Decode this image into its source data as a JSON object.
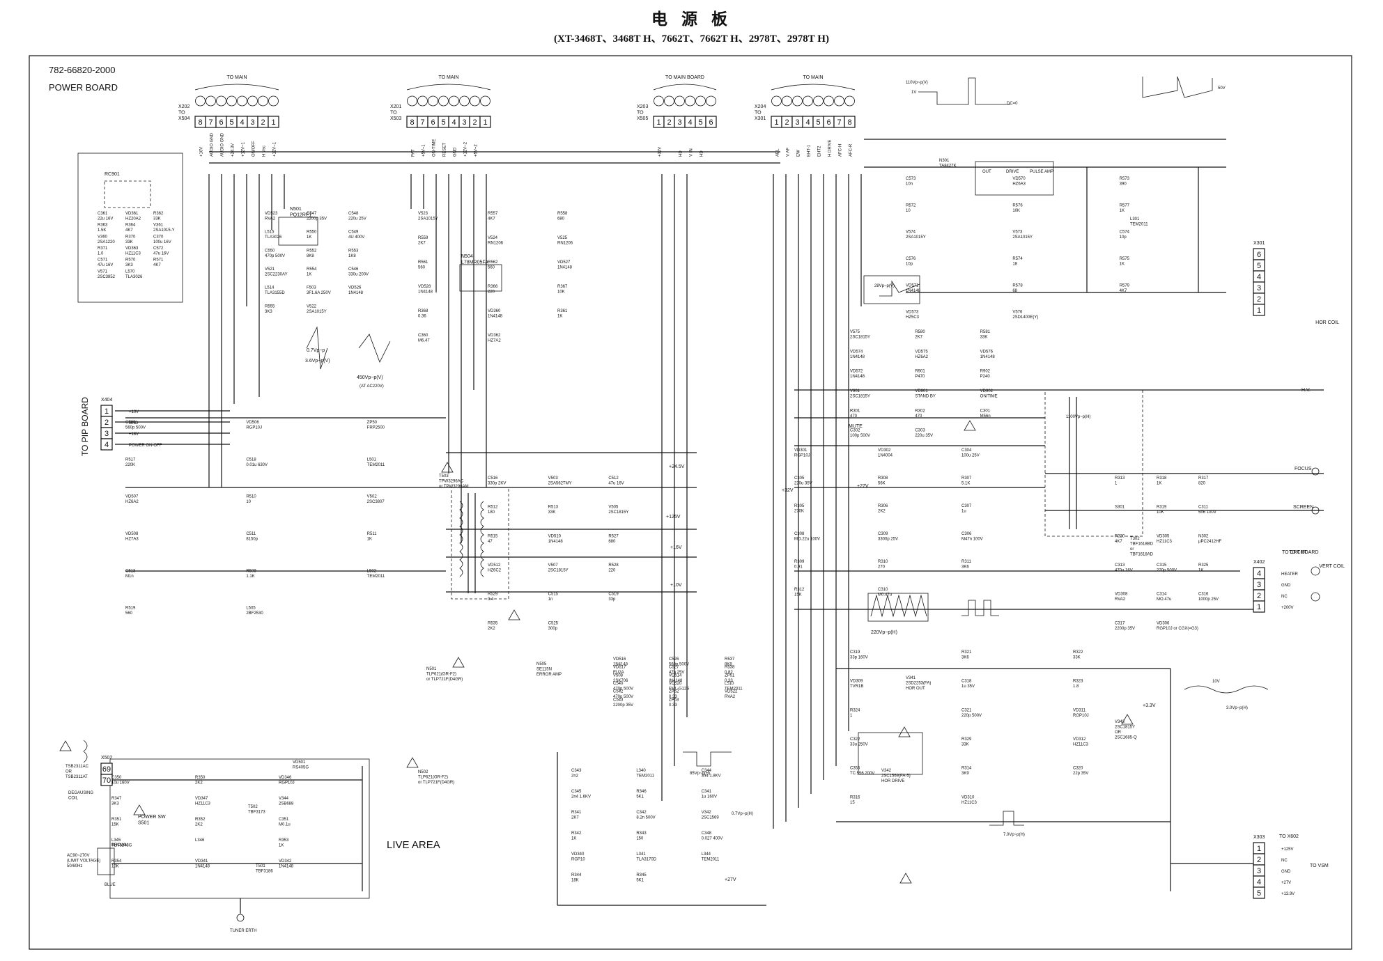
{
  "title": "电 源 板",
  "subtitle": "(XT-3468T、3468T H、7662T、7662T H、2978T、2978T H)",
  "board": {
    "part_number": "782-66820-2000",
    "name": "POWER BOARD",
    "live_area": "LIVE AREA",
    "to_pip_board": "TO PIP BOARD"
  },
  "connectors": {
    "x202": {
      "ref": "X202\nTO\nX504",
      "caption": "TO MAIN",
      "pins": [
        "8",
        "7",
        "6",
        "5",
        "4",
        "3",
        "2",
        "1"
      ],
      "signals": [
        "+10V",
        "AUDIO GND",
        "AUDIO GND",
        "+24.3V",
        "+12V~1",
        "ON/OFF",
        "H Vsc",
        "+12V~1"
      ]
    },
    "x201": {
      "ref": "X201\nTO\nX503",
      "caption": "TO MAIN",
      "pins": [
        "8",
        "7",
        "6",
        "5",
        "4",
        "3",
        "2",
        "1"
      ],
      "signals": [
        "PAT",
        "+5V~1",
        "ON-TIME",
        "RESET",
        "GND",
        "+12V~2",
        "+5V~2",
        ""
      ]
    },
    "x203": {
      "ref": "X203\nTO\nX505",
      "caption": "TO MAIN BOARD",
      "pins": [
        "1",
        "2",
        "3",
        "4",
        "5",
        "6"
      ],
      "signals": [
        "+32V",
        "",
        "HD",
        "V IN",
        "HD",
        ""
      ]
    },
    "x204": {
      "ref": "X204\nTO\nX301",
      "caption": "TO MAIN",
      "pins": [
        "1",
        "2",
        "3",
        "4",
        "5",
        "6",
        "7",
        "8"
      ],
      "signals": [
        "ABL",
        "V AF",
        "EW",
        "EHT-1",
        "EHT2",
        "H DRIVE",
        "AFC-H",
        "AFC-R"
      ]
    },
    "pip": {
      "ref": "X404",
      "pins": [
        "1",
        "2",
        "3",
        "4"
      ],
      "signals": [
        "+10V",
        "GND",
        "+18V",
        "POWER ON-OFF"
      ]
    },
    "x301": {
      "ref": "X301",
      "pins": [
        "6",
        "5",
        "4",
        "3",
        "2",
        "1"
      ],
      "captions": [
        "VERT COIL",
        "HOR COIL"
      ]
    },
    "x402": {
      "ref": "X402",
      "caption": "TO CRT BOARD",
      "pins": [
        "4",
        "3",
        "2",
        "1"
      ],
      "signals": [
        "HEATER",
        "GND",
        "NC",
        "+200V"
      ]
    },
    "x303": {
      "ref": "X303",
      "caption": "TO X602",
      "pins": [
        "1",
        "2",
        "3",
        "4",
        "5"
      ],
      "signals": [
        "+125V",
        "NC",
        "GND",
        "+27V",
        "+13.9V"
      ],
      "dest": "TO VSM"
    },
    "x502": {
      "ref": "X502",
      "pins": [
        "69",
        "70"
      ]
    }
  },
  "labels": {
    "ac_input": "AC90~270V\n(LIMIT VOLTAGE)\n50/60Hz",
    "brown": "BROWN",
    "blue": "BLUE",
    "power_sw": "POWER SW\nS501",
    "tuner_erth": "TUNER ERTH",
    "degaussing": "DEGAUSING\nCOIL",
    "thermistor": "TSB2311AC\nOR\nTSB2311AT",
    "hv": "H.V.",
    "focus": "FOCUS",
    "screen": "SCREEN",
    "to_crt": "TO CRT",
    "fbt": "T302\nTBF1618BD\nor\nTBF1618AD",
    "t503": "T503\nTPW3296AC\nor TPW3296AM",
    "n501": "N501\nPQ12RF1",
    "n504": "N504\nL78MR05FA",
    "n301": "N301\nTA8427K",
    "n301_blocks": [
      "OUT",
      "DRIVE",
      "PULSE AMP"
    ],
    "error_amp": "N505\nSE115N\nERROR AMP",
    "rc901": "RC901",
    "mute": "MUTE",
    "out_p125": "+125V",
    "out_p245": "+24.5V",
    "out_p16": "+16V",
    "out_p10": "+10V",
    "out_p32": "+32V",
    "out_p27": "+27V",
    "out_p33": "+3.3V",
    "out_p27v": "+27V",
    "wave_450": "450Vp~p(V)",
    "wave_ac": "(AT AC220V)",
    "wave_07": "0.7Vp~p",
    "wave_36": "3.6Vp~p(V)",
    "wave_28": "28Vp~p(V)",
    "wave_50v": "50V",
    "wave_1v": "1V",
    "wave_dc0": "DC=0",
    "wave_220": "220Vp~p(H)",
    "wave_85": "85Vp~p(H)",
    "wave_07h": "0.7Vp~p(H)",
    "wave_7v": "7.0Vp~p(H)",
    "wave_30": "3.0Vp~p(H)",
    "wave_110": "110Vp~p(V)",
    "wave_1100": "1100Vp~p(H)",
    "wave_10v": "10V",
    "hor_drive": "V342\n2SC1569(FA-5)\nHOR DRIVE",
    "hor_out": "V341\n2SD2253(FA)\nHOR OUT",
    "v341": "V343\n2SC1815Y\nOR\n2SC1685-Q",
    "opto1": "N501\nTLP621(GR-F2)\nor TLP721F(D4GR)",
    "opto2": "N502\nTLP621(GR-F2)\nor TLP721F(D4GR)",
    "t502": "T502\nTBF3173",
    "t501": "T501\nTBF3186",
    "bridge": "VD501\nRS405G",
    "l301": "L301\nTEM2011"
  },
  "components": [
    "C509 560p 500V",
    "VD506 RGP10J",
    "ZP50 FRP2500",
    "R517 220K",
    "C518 0.01u 630V",
    "L501 TEM2011",
    "VD507 HZ6A2",
    "R510 10",
    "V502 2SC3807",
    "VD508 HZ7A3",
    "C511 8150p",
    "R511 1K",
    "C513 M1n",
    "R509 1.1K",
    "L502 TEM2011",
    "R519 560",
    "L505 2BF2530",
    "C516 330p 2KV",
    "V503 2SA562TMY",
    "C512 47u 16V",
    "R512 180",
    "R513 33K",
    "V505 2SC1815Y",
    "R515 47",
    "VD510 1N4148",
    "R527 680",
    "VD512 HZ6C2",
    "V507 2SC1815Y",
    "R528 220",
    "R529 0.4",
    "C515 1n",
    "C519 33p",
    "R535 2K2",
    "C525 300p",
    "VD516 1N4148",
    "C526 560p 500V",
    "R537 8K8",
    "VD517 EU2A",
    "C527 47u 25V",
    "R538 0.82",
    "V508 2SK706",
    "VD514 IN4148",
    "ZP51 0.33",
    "C540 470p 500V",
    "VD520 FML-G12S",
    "L510 TEM2011",
    "C542 470p 500V",
    "ZP52 0.33",
    "VD522 RVA2",
    "C543 2200p 35V",
    "ZP53 0.33",
    "VD523 RVA2",
    "C547 2200p 35V",
    "C548 220u 25V",
    "L515 TLA3026",
    "R550 1K",
    "C549 4U 400V",
    "C550 470p 500V",
    "R552 8K8",
    "R553 1K8",
    "V521 2SC2230AY",
    "R554 1K",
    "C546 330u 200V",
    "L514 TLA3155D",
    "F503 3F1.6A 250V",
    "VD526 1N4148",
    "R555 3K3",
    "V522 2SA1015Y",
    "V523 2SA1015Y",
    "R557 4K7",
    "R558 680",
    "R559 2K7",
    "V524 RN1206",
    "V525 RN1206",
    "R561 560",
    "R562 560",
    "VD527 1N4148",
    "VD528 1N4148",
    "R366 220",
    "R367 10K",
    "R368 0.36",
    "VD360 1N4148",
    "R361 1K",
    "C360 M6.47",
    "VD362 HZ7A2",
    "C361 22u 16V",
    "VD361 HZ20A2",
    "R362 33K",
    "R363 1.5K",
    "R364 4K7",
    "V361 2SA1015-Y",
    "V360 2SA1220",
    "R370 33K",
    "C370 100u 16V",
    "R371 1.0",
    "VD363 HZ11C3",
    "C572 47u 16V",
    "C571 47u 16V",
    "R570 3K3",
    "R571 4K7",
    "V571 2SC3852",
    "L570 TLA3026",
    "C573 10n",
    "VD570 HZ6A3",
    "R573 390",
    "R572 10",
    "R576 10K",
    "R577 1K",
    "V574 2SA1015Y",
    "V573 2SA1015Y",
    "C574 10p",
    "C576 10p",
    "R574 18",
    "R575 1K",
    "VD571 1N4148",
    "R578 68",
    "R579 4K7",
    "VD573 HZ5C3",
    "V576 2SD1400E(Y)",
    "V575 2SC1815Y",
    "R580 2K7",
    "R581 33K",
    "VD574 1N4148",
    "VD575 HZ6A2",
    "VD576 1N4148",
    "VD572 1N4148",
    "R901 P470",
    "R902 P240",
    "V901 2SC1815Y",
    "VD901 STAND BY",
    "VD902 ON/TIME",
    "R301 470",
    "R302 470",
    "C301 M56n",
    "C302 100p 500V",
    "C303 220u 35V",
    "VD301 RGP10J",
    "VD302 1N4004",
    "C304 100u 25V",
    "C305 220u 35V",
    "R308 56K",
    "R307 5.1K",
    "R305 270K",
    "R306 2K2",
    "C307 1u",
    "C308 MO.22u 100V",
    "C309 3300p 25V",
    "C306 M47n 100V",
    "R309 0.91",
    "R310 270",
    "R311 3K6",
    "R312 15K",
    "C310 M0.47u",
    "R313 1",
    "R318 1K",
    "R317 820",
    "S301",
    "R319 10K",
    "C311 5n6 100V",
    "R320 4K7",
    "VD305 HZ11C3",
    "N302 μPC2412HF",
    "C313 470u 16V",
    "C315 220p 500V",
    "R325 1K",
    "VD308 RVA2",
    "C314 MO.47u",
    "C316 1000p 25V",
    "C317 2200p 35V",
    "VD306 RGP10J or CGX(=G3)",
    "C319 33p 160V",
    "R321 3K6",
    "R322 33K",
    "VD309 TVR1B",
    "C318 1u 35V",
    "R323 1.8",
    "R324 1",
    "C321 220p 500V",
    "VD311 RGP10J",
    "C322 33u 250V",
    "R329 33K",
    "VD312 HZ11C3",
    "C355 TC.556 200V",
    "R314 3K9",
    "C320 22p 35V",
    "R316 15",
    "VD310 HZ11C3",
    "C343 2n2",
    "L340 TEM2011",
    "C344 3n4 1.8KV",
    "C345 2n4 1.6KV",
    "R346 5K1",
    "C341 1u 160V",
    "R341 2K7",
    "C342 8.2n 500V",
    "V342 2SC1569",
    "R342 1K",
    "R343 150",
    "C348 0.027 400V",
    "VD340 RGP10",
    "L341 TLA3170D",
    "L344 TEM2011",
    "R344 18K",
    "R345 5K1",
    "C350 10u 160V",
    "R350 2K2",
    "VD346 RGP10J",
    "R347 3K3",
    "VD347 HZ11C3",
    "V344 2SB688",
    "R351 15K",
    "R352 2K2",
    "C351 M0.1u",
    "L345 TLN3248G",
    "L346",
    "R353 1K",
    "R354 10K",
    "VD341 1N4148",
    "VD342 1N4148"
  ],
  "icons": {
    "triangle": "warning-triangle-icon",
    "circle": "terminal-circle-icon"
  }
}
